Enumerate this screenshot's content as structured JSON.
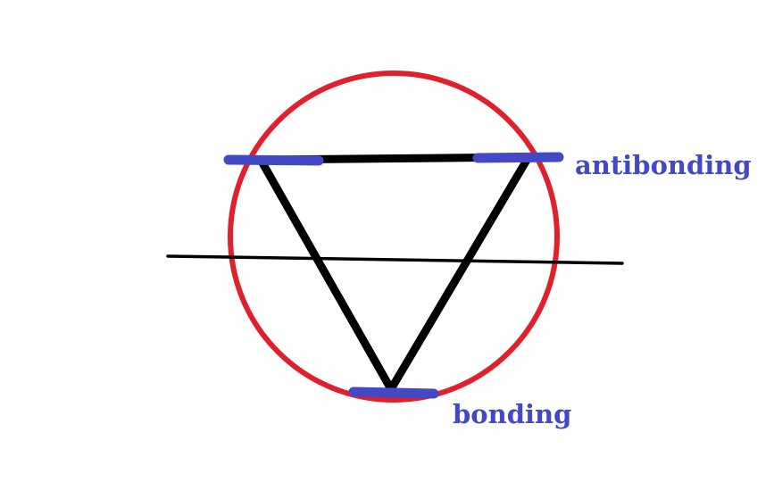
{
  "diagram": {
    "type": "frost-circle",
    "labels": {
      "antibonding": "antibonding",
      "bonding": "bonding"
    },
    "colors": {
      "circle": "#e0202a",
      "polygon": "#000000",
      "energy_level": "#4349c4",
      "label": "#4349c4",
      "nonbonding_line": "#000000",
      "background": "#ffffff"
    },
    "levels": [
      {
        "name": "antibonding",
        "count": 2
      },
      {
        "name": "bonding",
        "count": 1
      }
    ]
  }
}
